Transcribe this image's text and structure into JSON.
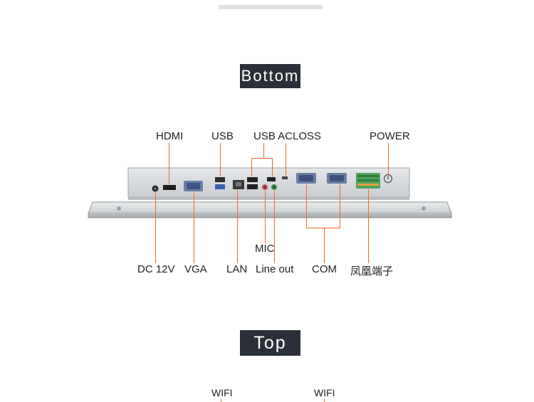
{
  "sections": {
    "bottom": "Bottom",
    "top": "Top"
  },
  "labels": {
    "hdmi": "HDMI",
    "usb": "USB",
    "usb_acloss": "USB ACLOSS",
    "power": "POWER",
    "mic": "MIC",
    "dc12v": "DC 12V",
    "vga": "VGA",
    "lan": "LAN",
    "line_out": "Line out",
    "com": "COM",
    "phoenix_terminal": "凤凰端子"
  },
  "top_labels": [
    "WIFI",
    "WIFI"
  ],
  "colors": {
    "leader": "#f26b1d",
    "panel": "#d9dcdf",
    "title_bg": "#2b3038"
  }
}
